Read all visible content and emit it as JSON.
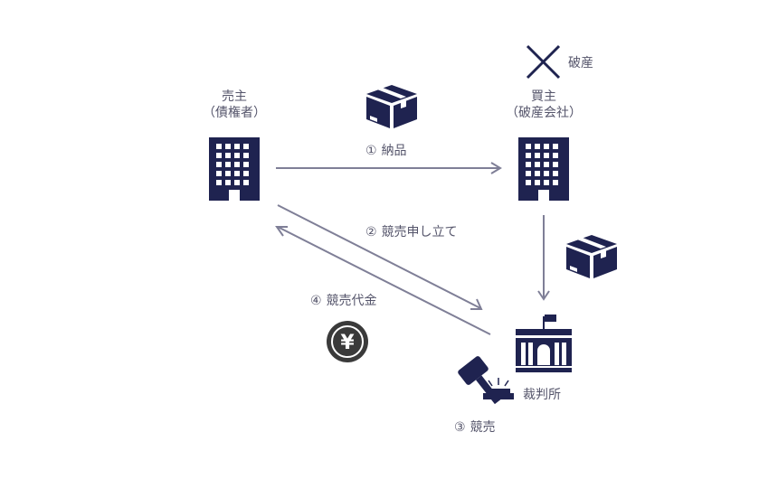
{
  "colors": {
    "icon": "#1f2350",
    "arrow": "#7f7f97",
    "text": "#55556b",
    "coin": "#3a3a3a",
    "cross": "#1f2350"
  },
  "seller": {
    "name": "売主",
    "role": "（債権者）"
  },
  "buyer": {
    "name": "買主",
    "role": "（破産会社）",
    "status": "破産"
  },
  "court": {
    "name": "裁判所"
  },
  "steps": [
    {
      "num": "①",
      "label": "納品"
    },
    {
      "num": "②",
      "label": "競売申し立て"
    },
    {
      "num": "③",
      "label": "競売"
    },
    {
      "num": "④",
      "label": "競売代金"
    }
  ],
  "icons": {
    "seller_building": "office-building-icon",
    "buyer_building": "office-building-icon",
    "court": "courthouse-icon",
    "gavel": "gavel-icon",
    "package": "package-box-icon",
    "coin": "yen-coin-icon",
    "cross": "cross-mark-icon"
  },
  "currency_symbol": "¥"
}
